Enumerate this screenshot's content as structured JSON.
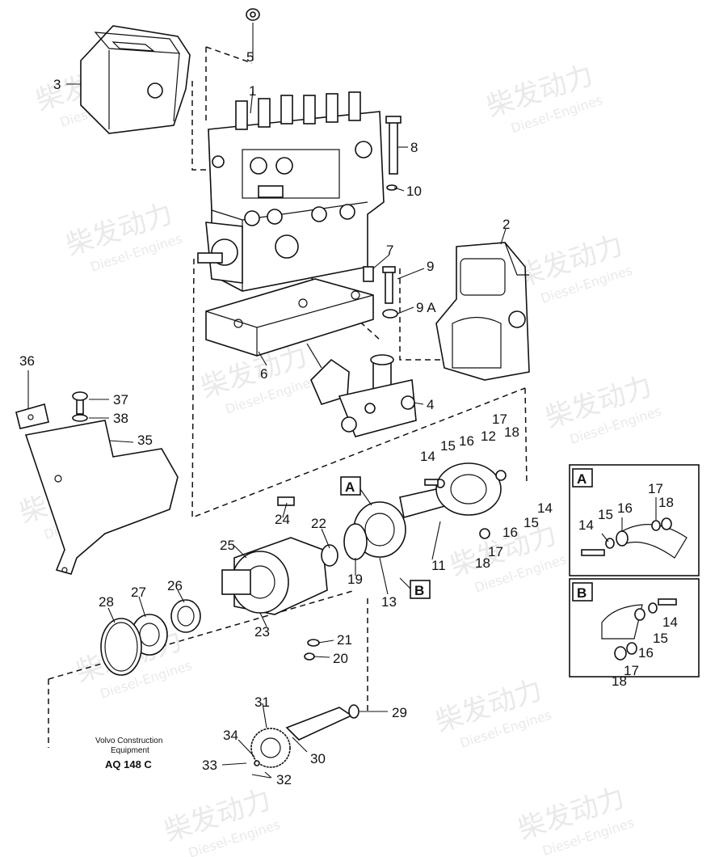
{
  "watermark": {
    "cn": "柴发动力",
    "en": "Diesel-Engines"
  },
  "caption": {
    "line1": "Volvo Construction",
    "line2": "Equipment",
    "code": "AQ 148 C"
  },
  "callouts": {
    "A": "A",
    "B": "B"
  },
  "inset_a": {
    "title": "A",
    "labels": [
      "14",
      "15",
      "16",
      "17",
      "18"
    ]
  },
  "inset_b": {
    "title": "B",
    "labels": [
      "14",
      "15",
      "16",
      "17",
      "18"
    ]
  },
  "part_labels": {
    "p1": "1",
    "p2": "2",
    "p3": "3",
    "p4": "4",
    "p5": "5",
    "p6": "6",
    "p7": "7",
    "p8": "8",
    "p9": "9",
    "p9a": "9 A",
    "p10": "10",
    "p11": "11",
    "p12": "12",
    "p13": "13",
    "p14a": "14",
    "p14b": "14",
    "p15a": "15",
    "p15b": "15",
    "p16a": "16",
    "p16b": "16",
    "p17a": "17",
    "p17b": "17",
    "p18a": "18",
    "p18b": "18",
    "p19": "19",
    "p20": "20",
    "p21": "21",
    "p22": "22",
    "p23": "23",
    "p24": "24",
    "p25": "25",
    "p26": "26",
    "p27": "27",
    "p28": "28",
    "p29": "29",
    "p30": "30",
    "p31": "31",
    "p32": "32",
    "p33": "33",
    "p34": "34",
    "p35": "35",
    "p36": "36",
    "p37": "37",
    "p38": "38"
  }
}
